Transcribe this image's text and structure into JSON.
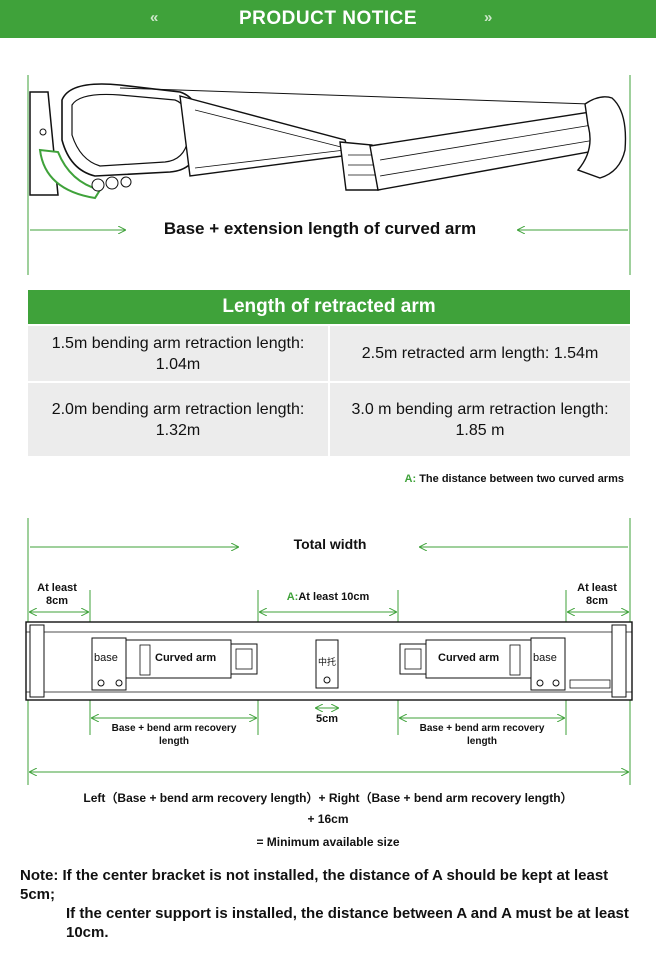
{
  "banner": {
    "title": "PRODUCT NOTICE",
    "left_arrows": "«",
    "right_arrows": "»"
  },
  "top_diagram": {
    "caption": "Base + extension length of curved arm"
  },
  "table": {
    "title": "Length of retracted arm",
    "rows": [
      [
        "1.5m bending arm retraction length: 1.04m",
        "2.5m retracted arm length: 1.54m"
      ],
      [
        "2.0m bending arm retraction length: 1.32m",
        "3.0 m bending arm retraction length: 1.85 m"
      ]
    ]
  },
  "note_a": {
    "letter": "A",
    "sep": ":",
    "text": "The distance between two curved arms"
  },
  "width_diagram": {
    "total_width": "Total width",
    "left_min": "At least 8cm",
    "right_min": "At least 8cm",
    "a_letter": "A",
    "a_sep": ":",
    "a_min": "At least 10cm",
    "base_label": "base",
    "arm_label": "Curved arm",
    "center_bracket": "中托",
    "center_width": "5cm",
    "recovery_left": "Base + bend arm recovery length",
    "recovery_right": "Base + bend arm recovery length",
    "formula_line1": "Left（Base + bend arm recovery length）+ Right（Base + bend arm recovery length）",
    "formula_line2": "+ 16cm",
    "formula_line3": "= Minimum available size"
  },
  "note": {
    "line1": "Note: If the center bracket is not installed, the distance of A should be kept at least 5cm;",
    "line2": "If the center support is installed, the distance between A and A must be at least 10cm."
  },
  "colors": {
    "accent": "#3fa23a",
    "cell_bg": "#ececec"
  }
}
